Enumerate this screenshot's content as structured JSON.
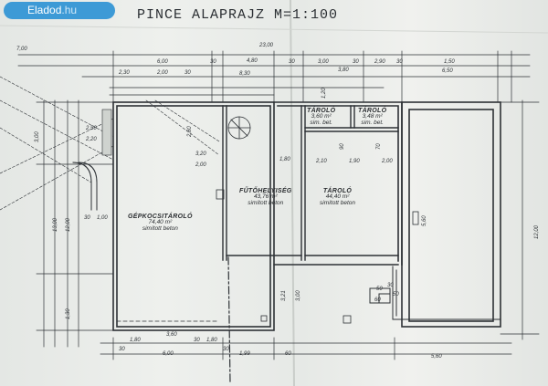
{
  "branding": {
    "logo_text": "Eladod",
    "logo_tld": ".hu"
  },
  "plan": {
    "title": "PINCE ALAPRAJZ",
    "scale": "M=1:100",
    "rooms": [
      {
        "id": "garage",
        "name": "GÉPKOCSITÁROLÓ",
        "area": "74,40 m²",
        "material": "simított beton"
      },
      {
        "id": "boiler",
        "name": "FŰTŐHELYISÉG",
        "area": "43,76 m²",
        "material": "simított beton"
      },
      {
        "id": "storage-large",
        "name": "TÁROLÓ",
        "area": "44,40 m²",
        "material": "simított beton"
      },
      {
        "id": "storage-small-1",
        "name": "TÁROLÓ",
        "area": "3,60 m²",
        "material": "sim. bet."
      },
      {
        "id": "storage-small-2",
        "name": "TÁROLÓ",
        "area": "3,48 m²",
        "material": "sim. bet."
      }
    ],
    "top_dimensions": {
      "overall": "23,00",
      "left_total": "7,00",
      "row1": [
        "6,00",
        "30",
        "4,80",
        "30",
        "3,00",
        "30",
        "2,90",
        "30",
        "1,50"
      ],
      "row2": [
        "2,30",
        "2,00",
        "30",
        "3,80"
      ],
      "row3": [
        "8,30",
        "6,50"
      ]
    },
    "bottom_dimensions": [
      "30",
      "6,00",
      "30",
      "1,99",
      "60",
      "5,60"
    ],
    "bottom_inner_dimensions": [
      "1,80",
      "3,60",
      "30",
      "1,80"
    ],
    "left_dimensions": [
      "3,00",
      "13,00",
      "12,00",
      "1,30",
      "1,00",
      "2,50",
      "2,20",
      "30"
    ],
    "right_dimensions": [
      "12,00",
      "5,60",
      "50",
      "60",
      "30",
      "50"
    ],
    "inner_dimensions": [
      "1,20",
      "2,80",
      "3,20",
      "2,00",
      "1,80",
      "2,10",
      "1,90",
      "2,00",
      "90",
      "70",
      "3,21",
      "3,00"
    ]
  }
}
